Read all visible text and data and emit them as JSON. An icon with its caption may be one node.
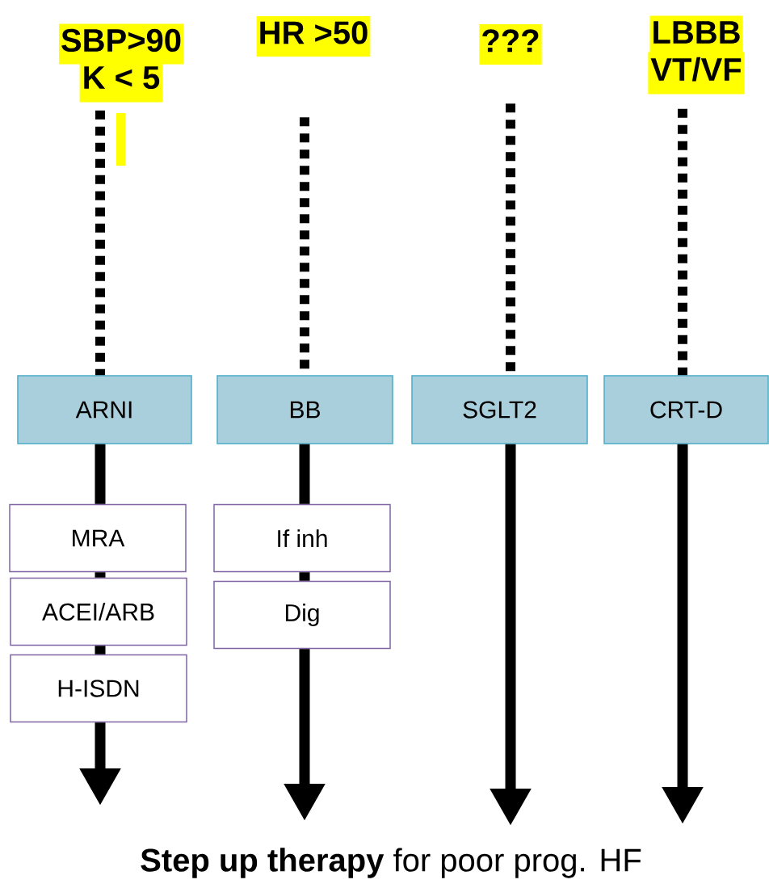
{
  "diagram": {
    "caption": "**Step up therapy** for poor prog. HF",
    "nodes": [
      {
        "text": [
          "SBP>90",
          "K < 5"
        ]
      },
      {
        "text": [
          "HR >50"
        ]
      },
      {
        "text": [
          "???"
        ]
      },
      {
        "text": [
          "LBBB",
          "VT/VF"
        ]
      },
      {
        "text": [
          "ARNI"
        ]
      },
      {
        "text": [
          "BB"
        ]
      },
      {
        "text": [
          "SGLT2"
        ]
      },
      {
        "text": [
          "CRT-D"
        ]
      },
      {
        "text": [
          "MRA"
        ]
      },
      {
        "text": [
          "ACEI/ARB"
        ]
      },
      {
        "text": [
          "H-ISDN"
        ]
      },
      {
        "text": [
          "If inh"
        ]
      },
      {
        "text": [
          "Dig"
        ]
      }
    ],
    "edges": [
      {
        "from": 0,
        "to": 4,
        "arrow": "none",
        "style": "dashed"
      },
      {
        "from": 1,
        "to": 5,
        "arrow": "none",
        "style": "dashed"
      },
      {
        "from": 2,
        "to": 6,
        "arrow": "none",
        "style": "dashed"
      },
      {
        "from": 3,
        "to": 7,
        "arrow": "none",
        "style": "dashed"
      },
      {
        "from": 4,
        "to": null,
        "arrow": "to"
      },
      {
        "from": 5,
        "to": null,
        "arrow": "to"
      },
      {
        "from": 6,
        "to": null,
        "arrow": "to"
      },
      {
        "from": 7,
        "to": null,
        "arrow": "to"
      }
    ]
  }
}
